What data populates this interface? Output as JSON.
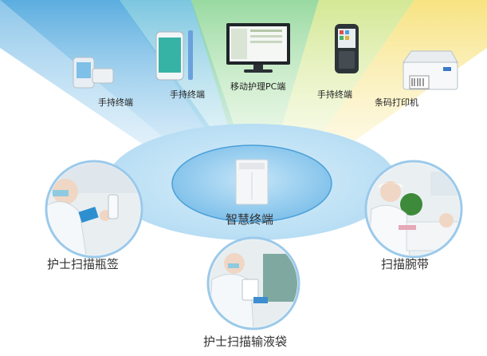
{
  "devices": [
    {
      "id": "handheld-1",
      "label": "手持终端",
      "icon": "handheld-reader-icon"
    },
    {
      "id": "handheld-2",
      "label": "手持终端",
      "icon": "smartphone-icon"
    },
    {
      "id": "pc",
      "label": "移动护理PC端",
      "icon": "monitor-icon"
    },
    {
      "id": "handheld-3",
      "label": "手持终端",
      "icon": "pda-scanner-icon"
    },
    {
      "id": "printer",
      "label": "条码打印机",
      "icon": "barcode-printer-icon"
    }
  ],
  "center": {
    "label": "智慧终端",
    "icon": "smart-terminal-icon"
  },
  "scenes": [
    {
      "id": "nurse-scan-bottle",
      "label": "护士扫描瓶签"
    },
    {
      "id": "nurse-scan-bag",
      "label": "护士扫描输液袋"
    },
    {
      "id": "scan-wristband",
      "label": "扫描腕带"
    }
  ],
  "colors": {
    "beam_blue": "#4aa6dc",
    "beam_green": "#8fd28a",
    "beam_yellow": "#f3e27a",
    "ellipse_outer": "#cfe8f7",
    "ellipse_inner": "#8cc8ec",
    "circle_border": "#9bc9ea"
  }
}
